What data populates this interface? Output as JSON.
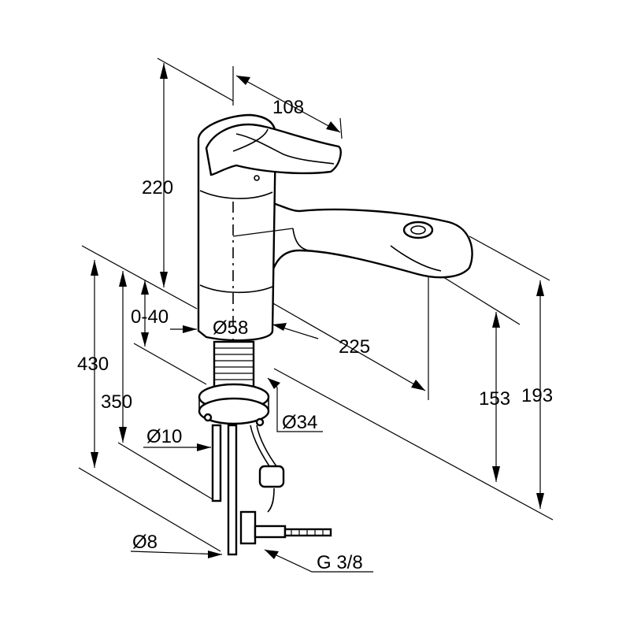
{
  "dimensions": {
    "d108": "108",
    "d220": "220",
    "d0_40": "0-40",
    "d58": "Ø58",
    "d225": "225",
    "d430": "430",
    "d350": "350",
    "d34": "Ø34",
    "d10": "Ø10",
    "d153": "153",
    "d193": "193",
    "d8": "Ø8",
    "g38": "G 3/8"
  }
}
